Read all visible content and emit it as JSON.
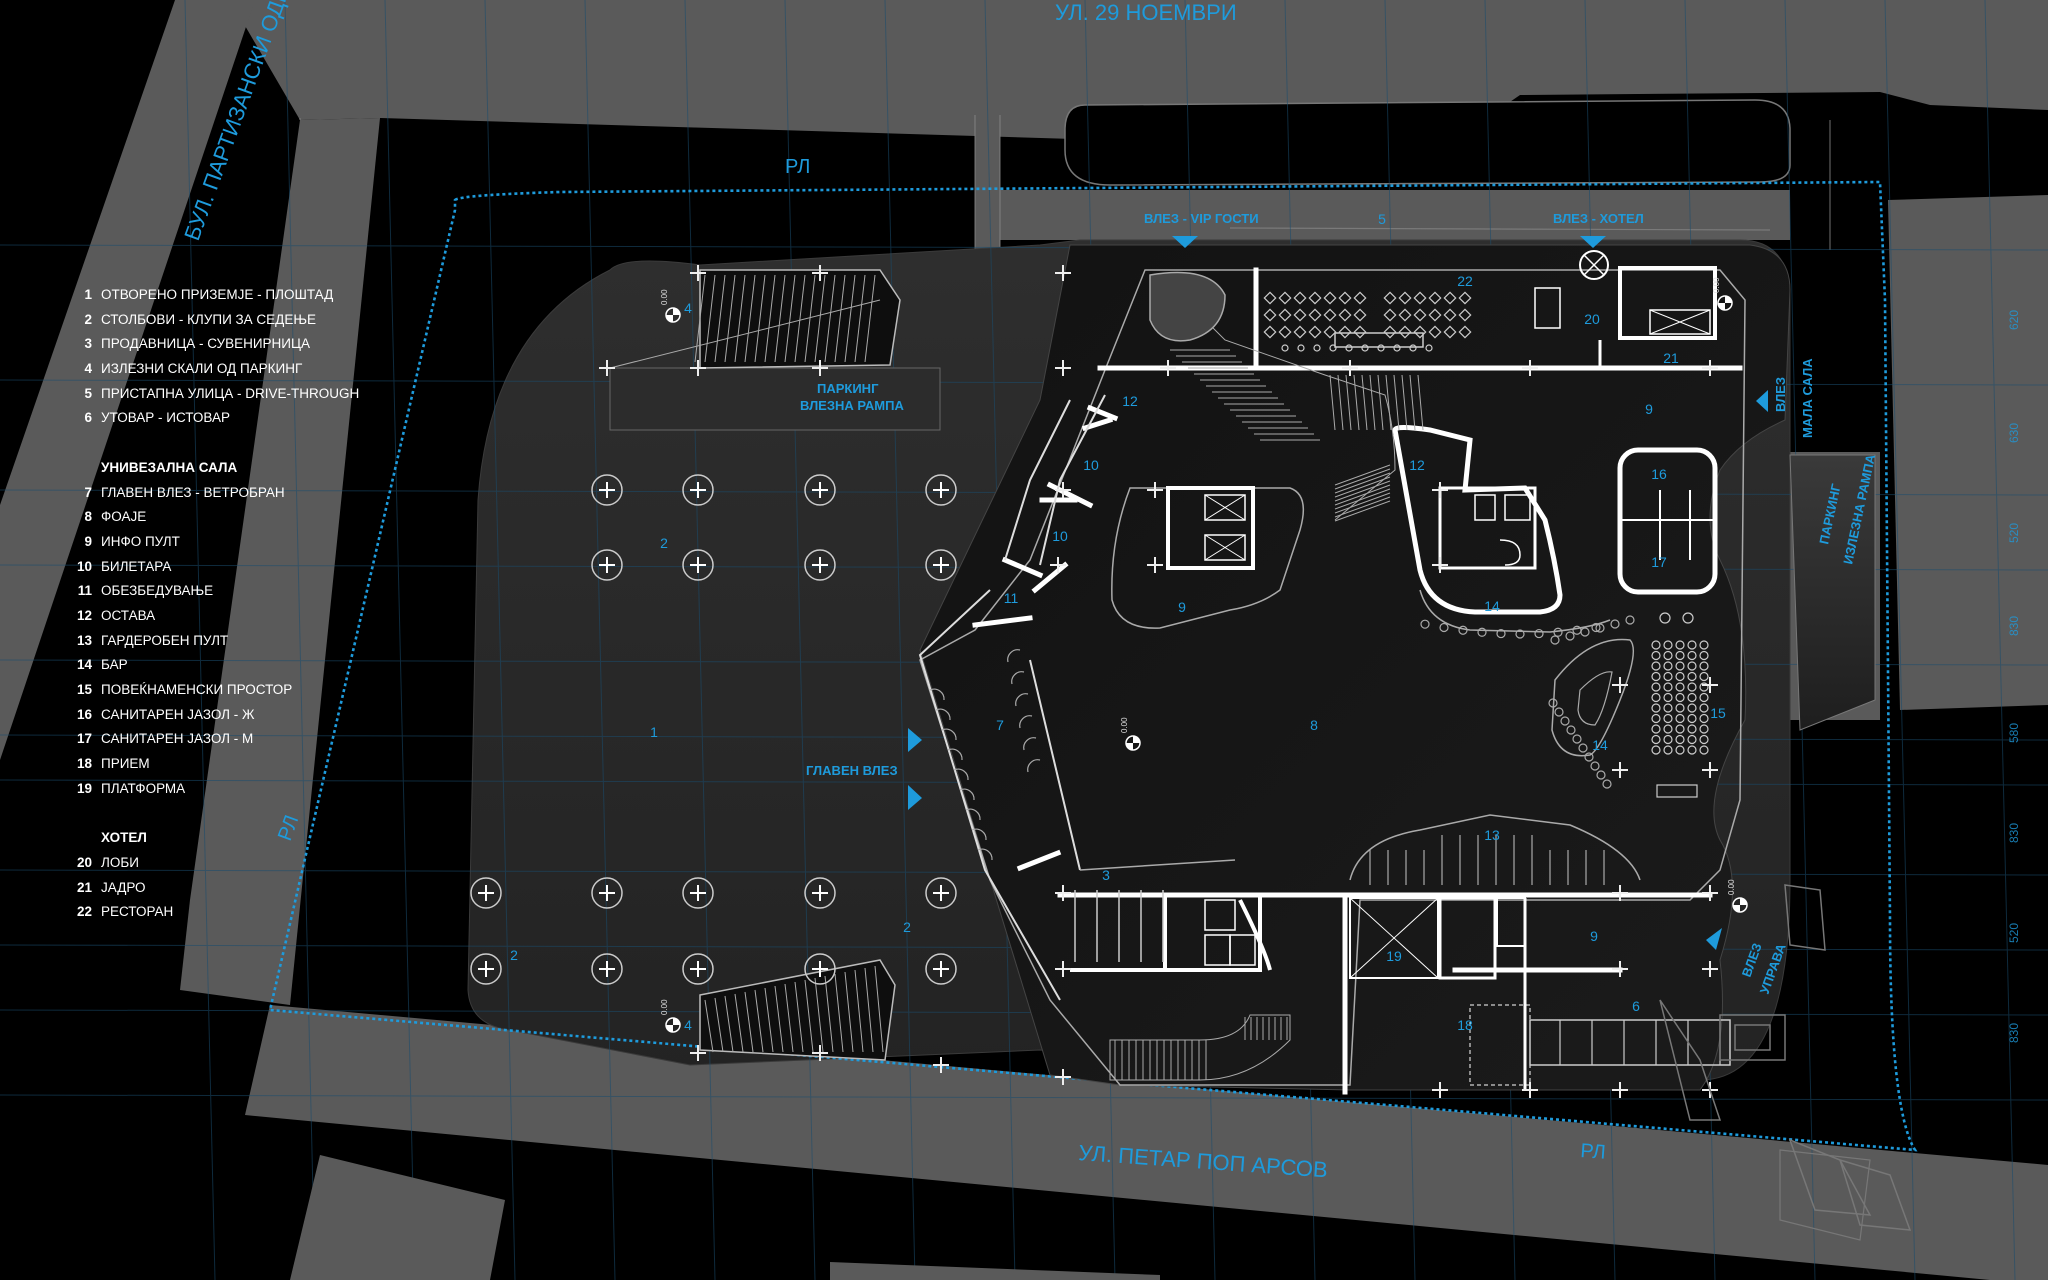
{
  "streets": {
    "north": "УЛ. 29 НОЕМВРИ",
    "west": "БУЛ. ПАРТИЗАНСКИ ОДРЕДИ",
    "south": "УЛ. ПЕТАР ПОП АРСОВ"
  },
  "markers": {
    "rl": "РЛ",
    "entrance_vip": "ВЛЕЗ - VIP ГОСТИ",
    "entrance_hotel": "ВЛЕЗ - ХОТЕЛ",
    "main_entrance": "ГЛАВЕН ВЛЕЗ",
    "parking_entry_1": "ПАРКИНГ",
    "parking_entry_2": "ВЛЕЗНА РАМПА",
    "parking_exit_1": "ПАРКИНГ",
    "parking_exit_2": "ИЗЛЕЗНА РАМПА",
    "entrance_small_1": "ВЛЕЗ",
    "entrance_small_2": "МАЛА САЛА",
    "entrance_admin_1": "ВЛЕЗ",
    "entrance_admin_2": "УПРАВА",
    "level": "0.00"
  },
  "elevations": [
    "620",
    "630",
    "520",
    "830",
    "580",
    "830",
    "520",
    "830"
  ],
  "room_numbers": {
    "n1": "1",
    "n2": "2",
    "n3": "3",
    "n4": "4",
    "n5": "5",
    "n6": "6",
    "n7": "7",
    "n8": "8",
    "n9": "9",
    "n10": "10",
    "n11": "11",
    "n12": "12",
    "n13": "13",
    "n14": "14",
    "n15": "15",
    "n16": "16",
    "n17": "17",
    "n18": "18",
    "n19": "19",
    "n20": "20",
    "n21": "21",
    "n22": "22"
  },
  "legend": {
    "group1": [
      {
        "num": "1",
        "label": "ОТВОРЕНО ПРИЗЕМЈЕ - ПЛОШТАД"
      },
      {
        "num": "2",
        "label": "СТОЛБОВИ - КЛУПИ ЗА СЕДЕЊЕ"
      },
      {
        "num": "3",
        "label": "ПРОДАВНИЦА - СУВЕНИРНИЦА"
      },
      {
        "num": "4",
        "label": "ИЗЛЕЗНИ СКАЛИ ОД ПАРКИНГ"
      },
      {
        "num": "5",
        "label": "ПРИСТАПНА УЛИЦА - DRIVE-THROUGH"
      },
      {
        "num": "6",
        "label": "УТОВАР - ИСТОВАР"
      }
    ],
    "heading2": "УНИВЕЗАЛНА САЛА",
    "group2": [
      {
        "num": "7",
        "label": "ГЛАВЕН ВЛЕЗ - ВЕТРОБРАН"
      },
      {
        "num": "8",
        "label": "ФОАЈЕ"
      },
      {
        "num": "9",
        "label": "ИНФО ПУЛТ"
      },
      {
        "num": "10",
        "label": "БИЛЕТАРА"
      },
      {
        "num": "11",
        "label": "ОБЕЗБЕДУВАЊЕ"
      },
      {
        "num": "12",
        "label": "ОСТАВА"
      },
      {
        "num": "13",
        "label": "ГАРДЕРОБЕН ПУЛТ"
      },
      {
        "num": "14",
        "label": "БАР"
      },
      {
        "num": "15",
        "label": "ПОВЕЌНАМЕНСКИ ПРОСТОР"
      },
      {
        "num": "16",
        "label": "САНИТАРЕН ЈАЗОЛ - Ж"
      },
      {
        "num": "17",
        "label": "САНИТАРЕН ЈАЗОЛ - М"
      },
      {
        "num": "18",
        "label": "ПРИЕМ"
      },
      {
        "num": "19",
        "label": "ПЛАТФОРМА"
      }
    ],
    "heading3": "ХОТЕЛ",
    "group3": [
      {
        "num": "20",
        "label": "ЛОБИ"
      },
      {
        "num": "21",
        "label": "ЈАДРО"
      },
      {
        "num": "22",
        "label": "РЕСТОРАН"
      }
    ]
  },
  "colors": {
    "background": "#000000",
    "road": "#5a5a5a",
    "plaza": "#2a2a2a",
    "accent": "#1e9bdc",
    "line": "#ffffff"
  }
}
